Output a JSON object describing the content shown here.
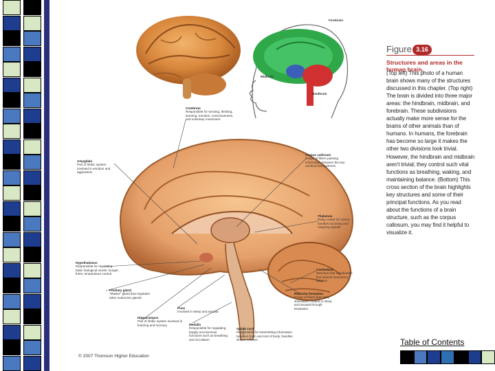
{
  "colors": {
    "strip_palette": [
      "#ffffff",
      "#000000",
      "#1f3d8f",
      "#4a79c0",
      "#d8e8c4",
      "#2d6fb0"
    ],
    "accent_red": "#b02a2a"
  },
  "side_strip": {
    "col_a": [
      "#d8e8c4",
      "#1f3d8f",
      "#000000",
      "#4a79c0",
      "#d8e8c4",
      "#1f3d8f",
      "#000000",
      "#4a79c0",
      "#d8e8c4",
      "#1f3d8f",
      "#000000",
      "#4a79c0",
      "#d8e8c4",
      "#1f3d8f",
      "#000000",
      "#4a79c0",
      "#d8e8c4",
      "#1f3d8f",
      "#000000",
      "#4a79c0",
      "#d8e8c4",
      "#1f3d8f",
      "#000000",
      "#4a79c0"
    ],
    "col_b": [
      "#000000",
      "#d8e8c4",
      "#4a79c0",
      "#1f3d8f",
      "#000000",
      "#d8e8c4",
      "#4a79c0",
      "#1f3d8f",
      "#000000",
      "#d8e8c4",
      "#4a79c0",
      "#1f3d8f",
      "#000000",
      "#d8e8c4",
      "#4a79c0",
      "#1f3d8f",
      "#000000",
      "#d8e8c4",
      "#4a79c0",
      "#1f3d8f",
      "#000000",
      "#d8e8c4",
      "#4a79c0",
      "#1f3d8f"
    ],
    "tail": "#2a2f7a"
  },
  "figure": {
    "label": "Figure",
    "number": "3.16",
    "heading": "Structures and areas in the human brain.",
    "body": "(Top left) This photo of a human brain shows many of the structures discussed in this chapter. (Top right) The brain is divided into three major areas: the hindbrain, midbrain, and forebrain. These subdivisions actually make more sense for the brains of other animals than of humans. In humans, the forebrain has become so large it makes the other two divisions look trivial. However, the hindbrain and midbrain aren't trivial; they control such vital functions as breathing, waking, and maintaining balance. (Bottom) This cross section of the brain highlights key structures and some of their principal functions. As you read about the functions of a brain structure, such as the corpus callosum, you may find it helpful to visualize it."
  },
  "labels": {
    "forebrain": "Forebrain",
    "midbrain": "Midbrain",
    "hindbrain": "Hindbrain",
    "cerebrum_title": "Cerebrum",
    "cerebrum_desc": "Responsible for sensing, thinking, learning, emotion, consciousness, and voluntary movement",
    "amygdala_title": "Amygdala",
    "amygdala_desc": "Part of limbic system involved in emotion and aggression",
    "corpus_title": "Corpus callosum",
    "corpus_desc": "Bridge of fibers passing information between the two cerebral hemispheres",
    "thalamus_title": "Thalamus",
    "thalamus_desc": "Relay center for cortex; handles incoming and outgoing signals",
    "hypothalamus_title": "Hypothalamus",
    "hypothalamus_desc": "Responsible for regulating basic biological needs: hunger, thirst, temperature control",
    "cerebellum_title": "Cerebellum",
    "cerebellum_desc": "Structure that coordinates fine muscle movement, balance",
    "pituitary_title": "Pituitary gland",
    "pituitary_desc": "\"Master\" gland that regulates other endocrine glands",
    "reticular_title": "Reticular formation",
    "reticular_desc": "Group of fibers that carry stimulation related to sleep and arousal through brainstem",
    "pons_title": "Pons",
    "pons_desc": "Involved in sleep and arousal",
    "hippocampus_title": "Hippocampus",
    "hippocampus_desc": "Part of limbic system involved in learning and memory",
    "medulla_title": "Medulla",
    "medulla_desc": "Responsible for regulating largely unconscious functions such as breathing and circulation",
    "spinal_title": "Spinal cord",
    "spinal_desc": "Responsible for transmitting information between brain and rest of body; handles simple reflexes"
  },
  "copyright": "© 2007 Thomson Higher Education",
  "nav": {
    "toc_label": "Table of Contents",
    "bottom_bar": [
      "#000000",
      "#4a79c0",
      "#1f3d8f",
      "#2d6fb0",
      "#000000",
      "#1f3d8f",
      "#d8e8c4"
    ]
  }
}
